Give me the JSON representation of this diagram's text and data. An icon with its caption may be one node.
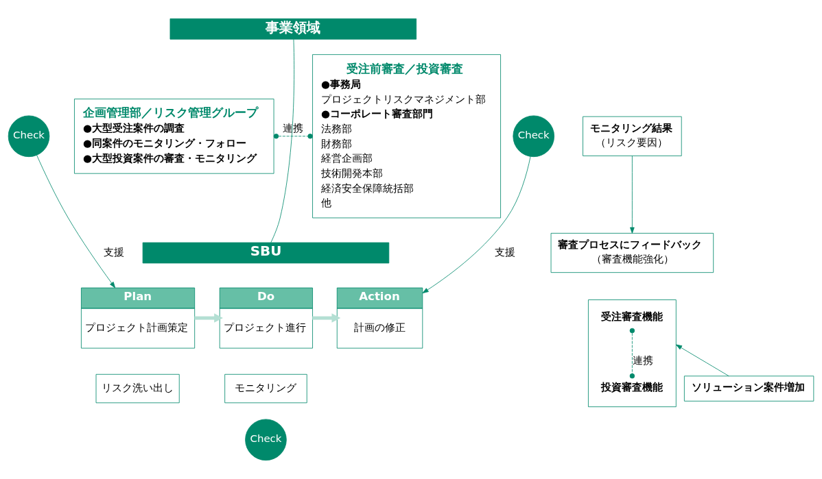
{
  "diagram": {
    "nodes": [
      {
        "text": [
          "事業領域"
        ]
      },
      {
        "text": [
          "企画管理部／リスク管理グループ",
          "●大型受注案件の調査",
          "●同案件のモニタリング・フォロー",
          "●大型投資案件の審査・モニタリング"
        ]
      },
      {
        "text": [
          "Check"
        ]
      },
      {
        "text": [
          "Check"
        ]
      },
      {
        "text": [
          "受注前審査／投資審査",
          "●事務局",
          "プロジェクトリスクマネジメント部",
          "●コーポレート審査部門",
          "法務部",
          "財務部",
          "経営企画部",
          "技術開発本部",
          "経済安全保障統括部",
          "他"
        ]
      },
      {
        "text": [
          "SBU"
        ]
      },
      {
        "text": [
          "Plan",
          "プロジェクト計画策定"
        ]
      },
      {
        "text": [
          "リスク洗い出し"
        ]
      },
      {
        "text": [
          "Do",
          "プロジェクト進行"
        ]
      },
      {
        "text": [
          "モニタリング"
        ]
      },
      {
        "text": [
          "Check"
        ]
      },
      {
        "text": [
          "Action",
          "計画の修正"
        ]
      },
      {
        "text": [
          "モニタリング結果",
          "（リスク要因）"
        ]
      },
      {
        "text": [
          "審査プロセスにフィードバック",
          "（審査機能強化）"
        ]
      },
      {
        "text": [],
        "shape": "box"
      },
      {
        "text": [
          "受注審査機能"
        ],
        "in": 14
      },
      {
        "text": [
          "投資審査機能"
        ],
        "in": 14
      },
      {
        "text": [
          "ソリューション案件増加"
        ]
      }
    ],
    "edges": [
      {
        "from": 0,
        "to": 5,
        "arrow": "none"
      },
      {
        "from": 1,
        "to": 4,
        "arrow": "other",
        "style": "dashed",
        "label": "連携"
      },
      {
        "from": 2,
        "to": 6,
        "arrow": "to",
        "label": "支援"
      },
      {
        "from": 3,
        "to": 11,
        "arrow": "to",
        "label": "支援"
      },
      {
        "from": 6,
        "to": 8,
        "arrow": "to",
        "style": "thick",
        "color": "#b3dfd3"
      },
      {
        "from": 8,
        "to": 11,
        "arrow": "to",
        "style": "thick",
        "color": "#b3dfd3"
      },
      {
        "from": 12,
        "to": 13,
        "arrow": "to"
      },
      {
        "from": 15,
        "to": 16,
        "arrow": "other",
        "style": "dashed",
        "label": "連携"
      },
      {
        "from": 17,
        "to": 14,
        "arrow": "to"
      }
    ]
  }
}
